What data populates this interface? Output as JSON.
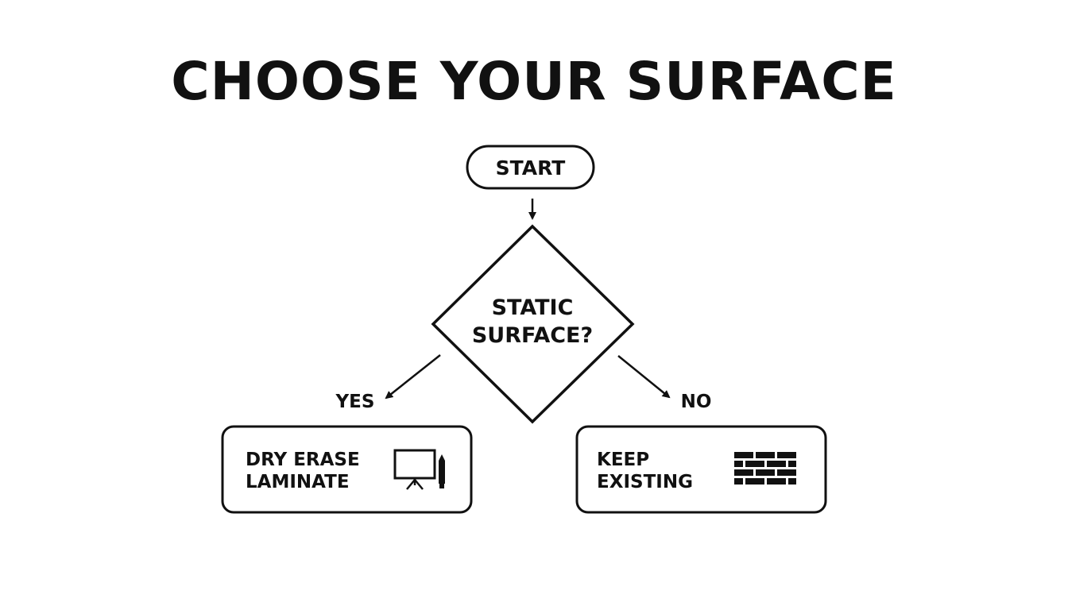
{
  "title": "CHOOSE YOUR SURFACE",
  "start": {
    "label": "START"
  },
  "decision": {
    "line1": "STATIC",
    "line2": "SURFACE?"
  },
  "branches": {
    "yes": {
      "label": "YES",
      "result_line1": "DRY ERASE",
      "result_line2": "LAMINATE",
      "icon": "whiteboard-marker-icon"
    },
    "no": {
      "label": "NO",
      "result_line1": "KEEP",
      "result_line2": "EXISTING",
      "icon": "brick-wall-icon"
    }
  },
  "colors": {
    "stroke": "#111111",
    "background": "#ffffff"
  }
}
